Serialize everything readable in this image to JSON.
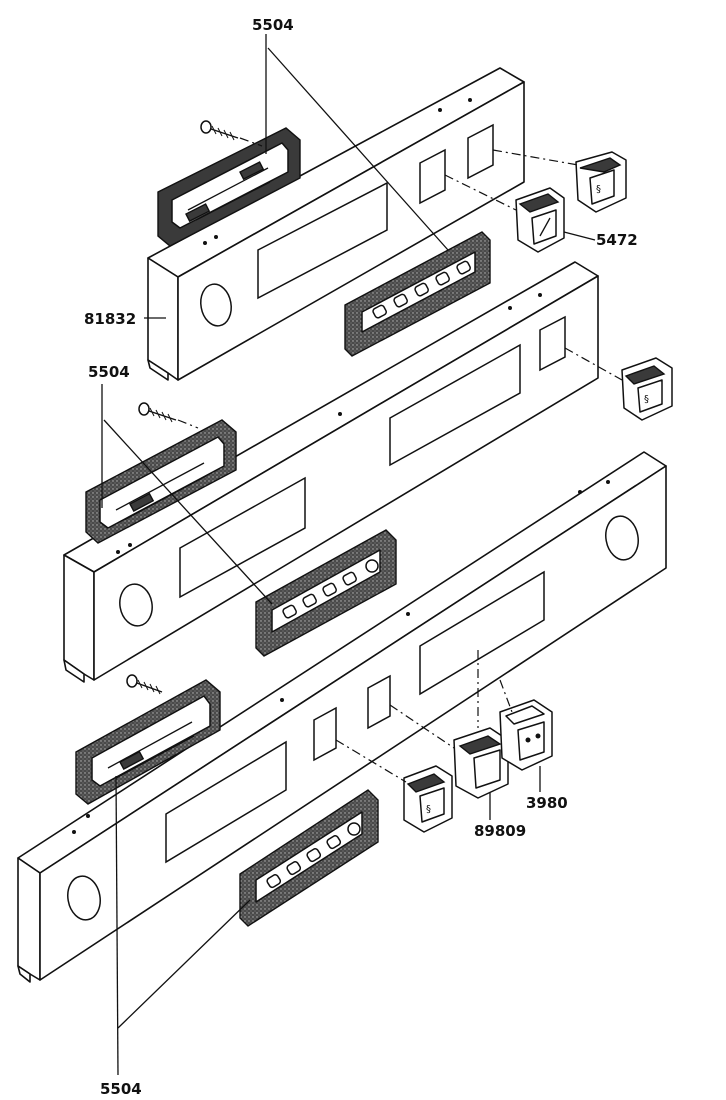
{
  "labels": {
    "top_5504": "5504",
    "part_5472": "5472",
    "part_81832": "81832",
    "mid_5504": "5504",
    "part_89809": "89809",
    "part_3980": "3980",
    "bottom_5504": "5504"
  },
  "colors": {
    "ink": "#111111",
    "fill_dark": "#3a3a3a",
    "paper": "#ffffff"
  }
}
